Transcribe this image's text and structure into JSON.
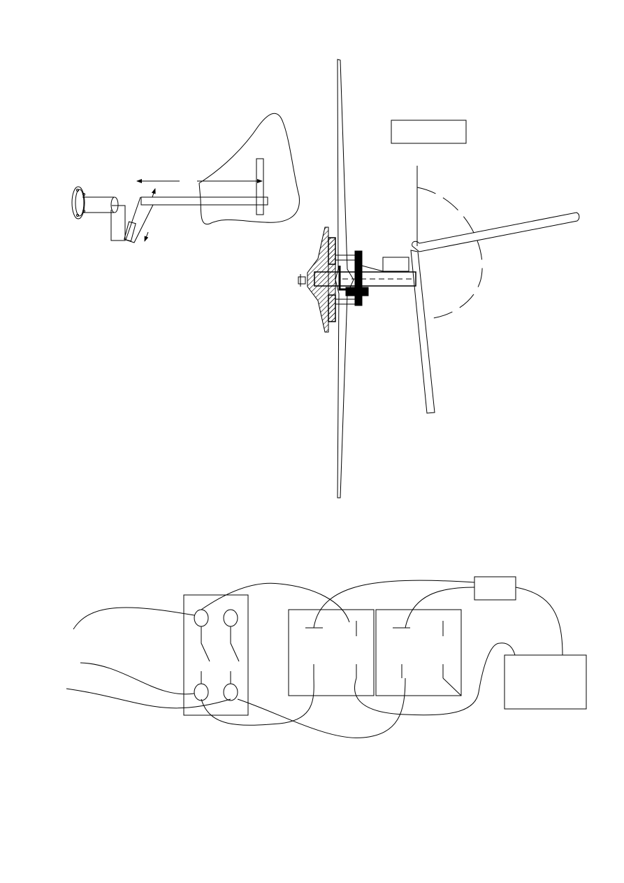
{
  "figure": {
    "colors": {
      "stroke": "#000000",
      "background": "#ffffff"
    },
    "parts": [
      "mounting-arm",
      "wind-turbine-hub",
      "wiring-diagram"
    ]
  }
}
